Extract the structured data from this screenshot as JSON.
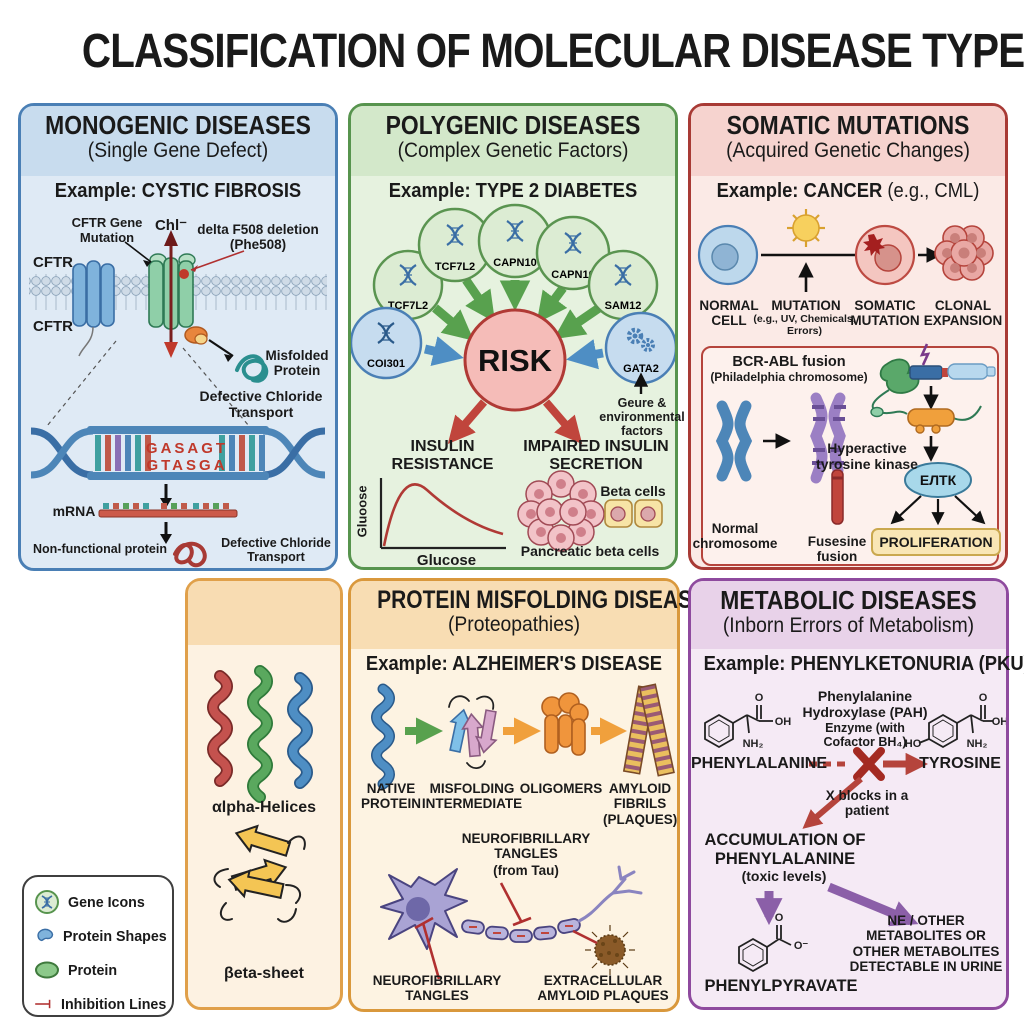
{
  "title": "CLASSIFICATION OF MOLECULAR DISEASE TYPES",
  "colors": {
    "monogenic_accent": "#4a7fb5",
    "polygenic_accent": "#57944e",
    "somatic_accent": "#a83a35",
    "misfolding_accent": "#d9983c",
    "metabolic_accent": "#8e4a9e",
    "risk_fill": "#f5bcb8",
    "arrow_green": "#58a14e",
    "arrow_blue": "#4e8ec4",
    "arrow_red": "#c0453c",
    "arrow_purple": "#8b5fa8"
  },
  "monogenic": {
    "title": "MONOGENIC DISEASES",
    "subtitle": "(Single Gene Defect)",
    "example": "Example: CYSTIC FIBROSIS",
    "cftr_top": "CFTR",
    "cftr_bottom": "CFTR",
    "gene_mutation_label": "CFTR Gene Mutation",
    "chloride_label": "Chl⁻",
    "deletion_label": "delta F508 deletion (Phe508)",
    "misfolded_label": "Misfolded Protein",
    "defective_transport_1": "Defective Chloride Transport",
    "dna_sequence_top": "GASAGT",
    "dna_sequence_bottom": "GTASGA",
    "mrna_label": "mRNA",
    "nonfunctional_label": "Non-functional protein",
    "defective_transport_2": "Defective Chloride Transport"
  },
  "polygenic": {
    "title": "POLYGENIC DISEASES",
    "subtitle": "(Complex Genetic Factors)",
    "example": "Example: TYPE 2 DIABETES",
    "gene_circles": [
      "TCF7L2",
      "TCF7L2",
      "CAPN10",
      "CAPN10",
      "SAM12"
    ],
    "gene_left": "COI301",
    "gene_right": "GATA2",
    "risk_label": "RISK",
    "env_label": "Geure & environmental factors",
    "outcome_left": "INSULIN RESISTANCE",
    "outcome_right": "IMPAIRED INSULIN SECRETION",
    "graph_ylabel": "Gluoose",
    "graph_xlabel": "Glucose",
    "beta_cells_label": "Beta cells",
    "pancreatic_label": "Pancreatic beta cells"
  },
  "somatic": {
    "title": "SOMATIC MUTATIONS",
    "subtitle": "(Acquired Genetic Changes)",
    "example_bold": "Example: CANCER",
    "example_rest": " (e.g., CML)",
    "normal_cell": "NORMAL CELL",
    "mutation": "MUTATION",
    "mutation_sub": "(e.g., UV, Chemicals, Errors)",
    "somatic_mutation": "SOMATIC MUTATION",
    "clonal_expansion": "CLONAL EXPANSION",
    "bcr_abl": "BCR-ABL fusion",
    "philadelphia": "(Philadelphia chromosome)",
    "normal_chromosome": "Normal chromosome",
    "fusion_chromosome": "Fusesine fusion",
    "kinase_label": "Hyperactive tyrosine kinase",
    "kinase_oval": "ЕЛТК",
    "proliferation": "PROLIFERATION"
  },
  "structures": {
    "alpha_label": "αlpha-Helices",
    "beta_label": "βeta-sheet"
  },
  "misfolding": {
    "title": "PROTEIN MISFOLDING DISEASES",
    "subtitle": "(Proteopathies)",
    "example": "Example: ALZHEIMER'S DISEASE",
    "stage_1": "NATIVE PROTEIN",
    "stage_2": "MISFOLDING INTERMEDIATE",
    "stage_3": "OLIGOMERS",
    "stage_4": "AMYLOID FIBRILS (PLAQUES)",
    "tangles_top": "NEUROFIBRILLARY TANGLES",
    "tangles_top_sub": "(from Tau)",
    "tangles_bottom": "NEUROFIBRILLARY TANGLES",
    "plaques_label": "EXTRACELLULAR AMYLOID PLAQUES"
  },
  "metabolic": {
    "title": "METABOLIC DISEASES",
    "subtitle": "(Inborn Errors of Metabolism)",
    "example": "Example: PHENYLKETONURIA (PKU)",
    "enzyme_label": "Phenylalanine Hydroxylase (PAH)",
    "enzyme_sub": "Enzyme (with Cofactor BH₄)",
    "substrate": "PHENYLALANINE",
    "product": "TYROSINE",
    "block_label": "X blocks in a patient",
    "accumulation": "ACCUMULATION OF PHENYLALANINE",
    "toxic": "(toxic levels)",
    "phenylpyruvate": "PHENYLPYRAVATE",
    "metabolites": "NE / OTHER METABOLITES OR OTHER METABOLITES DETECTABLE IN URINE",
    "chem": {
      "o": "O",
      "oh": "OH",
      "nh2": "NH₂",
      "ho": "HO",
      "o_minus": "O⁻"
    }
  },
  "legend": {
    "items": [
      {
        "label": "Gene Icons"
      },
      {
        "label": "Protein Shapes"
      },
      {
        "label": "Protein"
      },
      {
        "label": "Inhibition Lines"
      }
    ]
  }
}
